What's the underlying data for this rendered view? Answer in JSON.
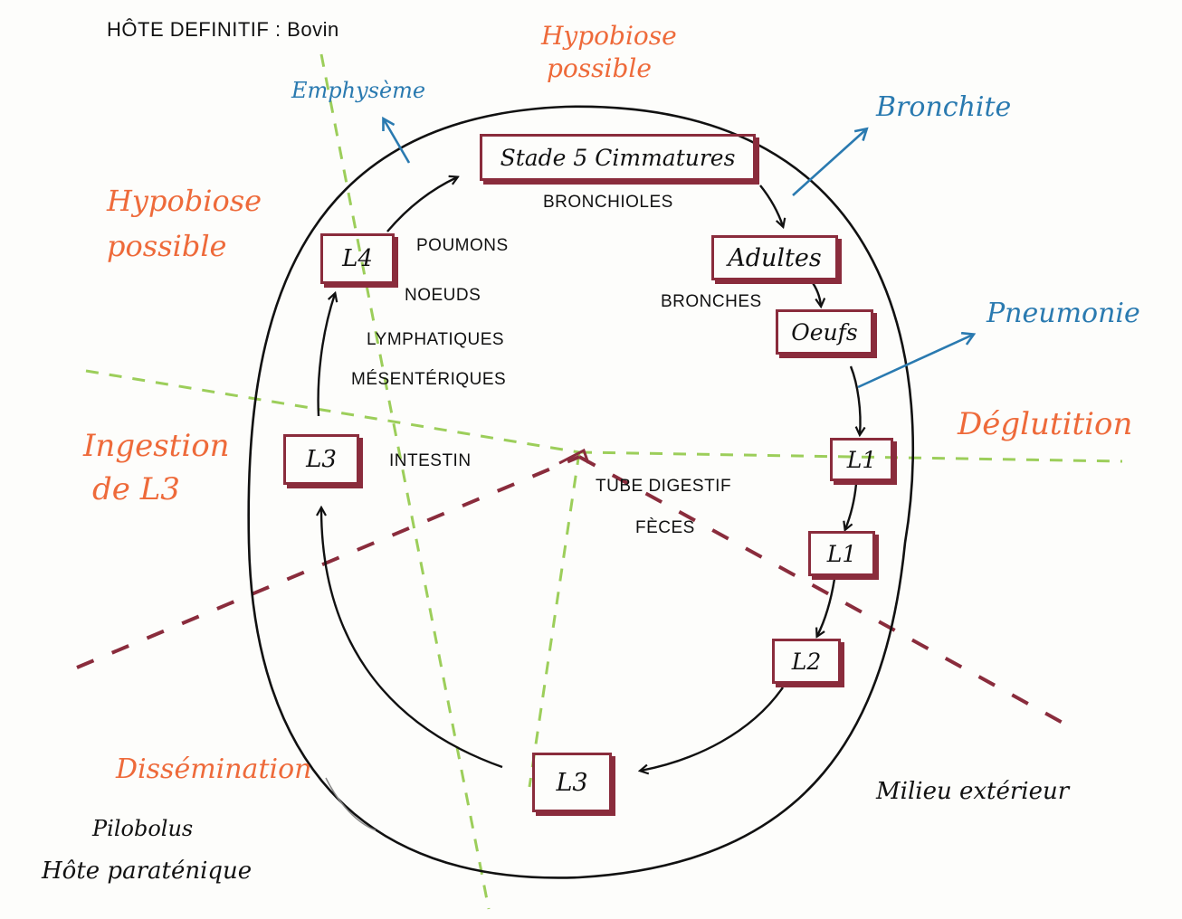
{
  "colors": {
    "ink": "#111111",
    "orange": "#ee6a3a",
    "blue": "#2a7ab0",
    "maroon": "#8a2c3c",
    "green": "#8cc63f"
  },
  "header": {
    "host": "HÔTE DEFINITIF : Bovin"
  },
  "stages": {
    "stade5": "Stade 5 Cimmatures",
    "adultes": "Adultes",
    "oeufs": "Oeufs",
    "l1_top": "L1",
    "l1_bottom": "L1",
    "l2": "L2",
    "l3_env": "L3",
    "l3_intestin": "L3",
    "l4": "L4"
  },
  "locations": {
    "bronchioles": "BRONCHIOLES",
    "poumons": "POUMONS",
    "noeuds": "NOEUDS",
    "lymphatiques": "LYMPHATIQUES",
    "mesenteriques": "MÉSENTÉRIQUES",
    "bronches": "BRONCHES",
    "intestin": "INTESTIN",
    "tube_digestif": "TUBE DIGESTIF",
    "feces": "FÈCES"
  },
  "pathologies": {
    "emphyseme": "Emphysème",
    "bronchite": "Bronchite",
    "pneumonie": "Pneumonie"
  },
  "notes": {
    "hypobiose_top_1": "Hypobiose",
    "hypobiose_top_2": "possible",
    "hypobiose_left_1": "Hypobiose",
    "hypobiose_left_2": "possible",
    "ingestion_1": "Ingestion",
    "ingestion_2": "de L3",
    "deglutition": "Déglutition",
    "dissemination": "Dissémination",
    "pilobolus": "Pilobolus",
    "hote_paratenique": "Hôte paraténique",
    "milieu_exterieur": "Milieu extérieur"
  }
}
